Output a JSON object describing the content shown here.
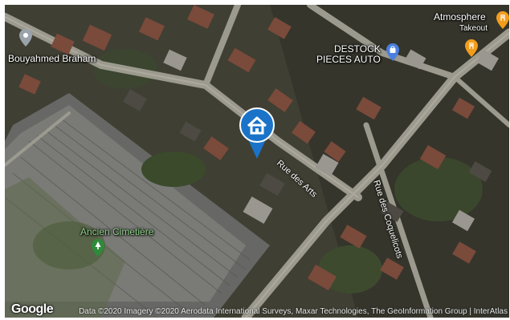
{
  "map": {
    "labels": {
      "place_bouyahmed": "Bouyahmed Braham",
      "place_destock_line1": "DESTOCK",
      "place_destock_line2": "PIECES AUTO",
      "place_atmosphere": "Atmosphere",
      "place_atmosphere_sub": "Takeout",
      "cemetery": "Ancien Cimetière"
    },
    "streets": {
      "rue_des_arts": "Rue des Arts",
      "rue_des_coquelicots": "Rue des Coquelicots"
    },
    "icons": {
      "home_pin": "home-marker-icon",
      "place_pin_gray": "location-pin-icon",
      "shop_pin_blue": "shopping-bag-icon",
      "restaurant_pin": "restaurant-icon",
      "cemetery_pin": "cemetery-icon"
    },
    "attribution": {
      "logo": "Google",
      "text": "Data ©2020 Imagery ©2020 Aerodata International Surveys, Maxar Technologies, The GeoInformation Group | InterAtlas"
    },
    "colors": {
      "home_marker": "#1a73c8",
      "shop_marker": "#4a7fe0",
      "restaurant_marker": "#f29d1b",
      "cemetery_marker": "#2e8b3a",
      "place_marker": "#9aa3ab"
    }
  }
}
